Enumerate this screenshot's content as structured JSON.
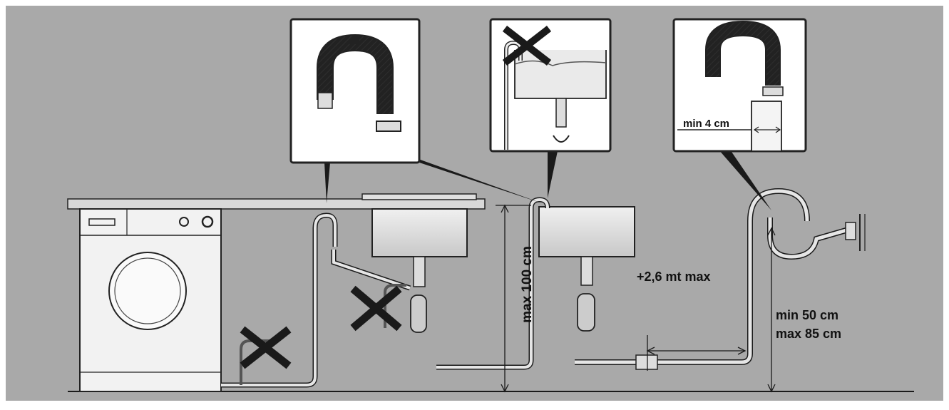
{
  "labels": {
    "max_height": "max 100 cm",
    "extension": "+2,6 mt max",
    "min_height": "min 50 cm",
    "max_height_standpipe": "max 85 cm",
    "min_gap": "min 4 cm"
  },
  "colors": {
    "background": "#a9a9a9",
    "line": "#1a1a1a",
    "panel": "#ffffff",
    "panel_border": "#222222"
  },
  "icons": [
    "washing-machine-icon",
    "sink-icon",
    "drain-hose-icon",
    "cross-mark-icon",
    "siphon-icon"
  ]
}
